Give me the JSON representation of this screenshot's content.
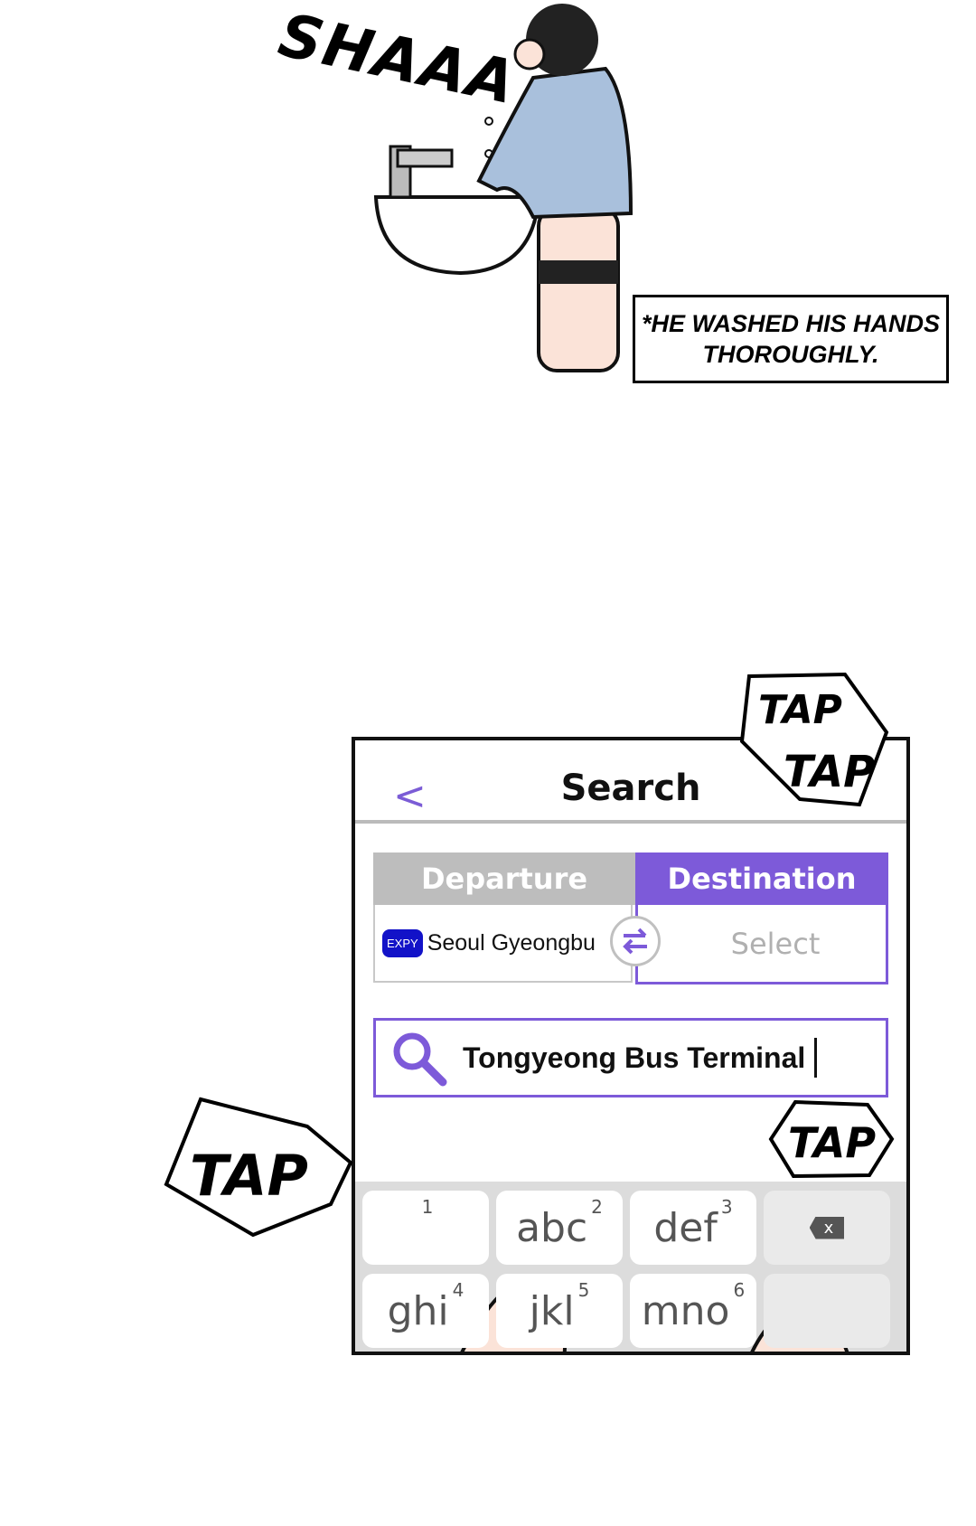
{
  "illustration": {
    "sound_effect": "SHAAA",
    "caption": "*HE WASHED HIS HANDS THOROUGHLY."
  },
  "app": {
    "title": "Search",
    "back_label": "<",
    "tabs": [
      {
        "label": "Departure",
        "active": false
      },
      {
        "label": "Destination",
        "active": true
      }
    ],
    "departure": {
      "badge": "EXPY",
      "name": "Seoul Gyeongbu"
    },
    "destination": {
      "placeholder": "Select"
    },
    "search": {
      "value": "Tongyeong Bus Terminal"
    },
    "keyboard": {
      "keys": [
        {
          "label": "",
          "num": "1"
        },
        {
          "label": "abc",
          "num": "2"
        },
        {
          "label": "def",
          "num": "3"
        },
        {
          "label": "x",
          "num": ""
        },
        {
          "label": "ghi",
          "num": "4"
        },
        {
          "label": "jkl",
          "num": "5"
        },
        {
          "label": "mno",
          "num": "6"
        },
        {
          "label": "",
          "num": ""
        }
      ]
    },
    "accent_color": "#7d5ad9"
  },
  "sfx": {
    "tap_tap_1": "TAP",
    "tap_tap_2": "TAP",
    "tap_left": "TAP",
    "tap_right": "TAP"
  }
}
